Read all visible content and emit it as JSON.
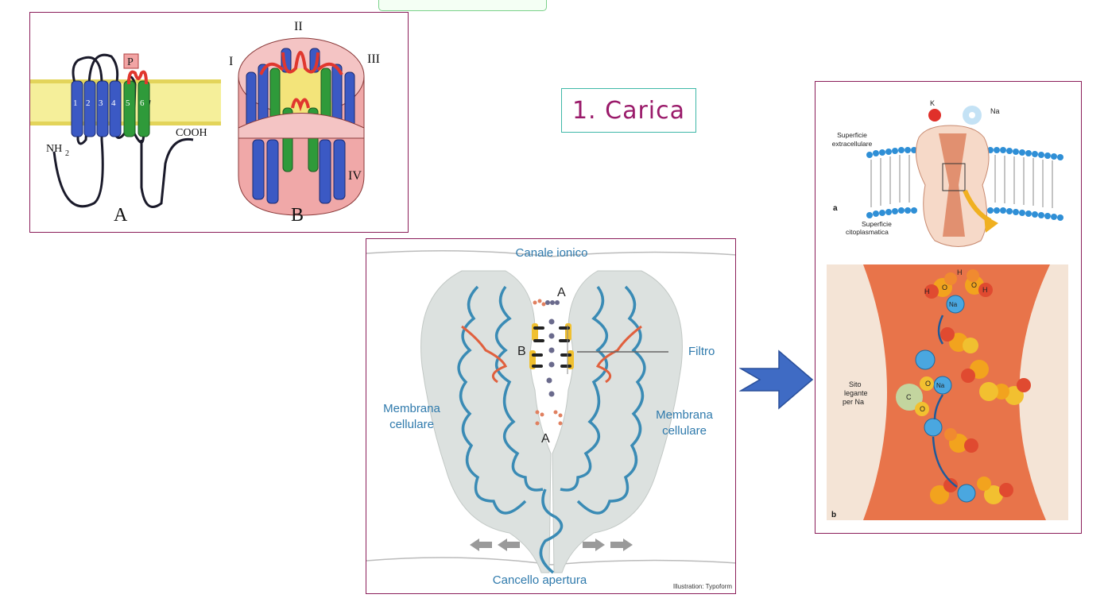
{
  "title": "1. Carica",
  "panel_a": {
    "label_a": "A",
    "label_b": "B",
    "p_label": "P",
    "nh2": "NH",
    "nh2_sub": "2",
    "cooh": "COOH",
    "segments": [
      "1",
      "2",
      "3",
      "4",
      "5",
      "6"
    ],
    "domains": [
      "I",
      "II",
      "III",
      "IV"
    ]
  },
  "panel_b": {
    "top_label": "Canale ionico",
    "bottom_label": "Cancello apertura",
    "left_label_1": "Membrana",
    "left_label_2": "cellulare",
    "right_label_1": "Membrana",
    "right_label_2": "cellulare",
    "filter_label": "Filtro",
    "site_a_top": "A",
    "site_b": "B",
    "site_a_bottom": "A",
    "credit": "Illustration: Typoform"
  },
  "panel_c": {
    "k_label": "K",
    "na_label": "Na",
    "extra": "Superficie",
    "extra_2": "extracellulare",
    "cyto": "Superficie",
    "cyto_2": "citoplasmatica",
    "sub_a": "a",
    "sub_b": "b",
    "site_1": "Sito",
    "site_2": "legante",
    "site_3": "per Na",
    "h": "H",
    "o": "O",
    "c": "C",
    "na_ion": "Na"
  },
  "colors": {
    "border": "#8b1e5a",
    "title_text": "#9a1a6a",
    "title_border": "#3fb8a8",
    "arrow": "#3f6bc4"
  }
}
